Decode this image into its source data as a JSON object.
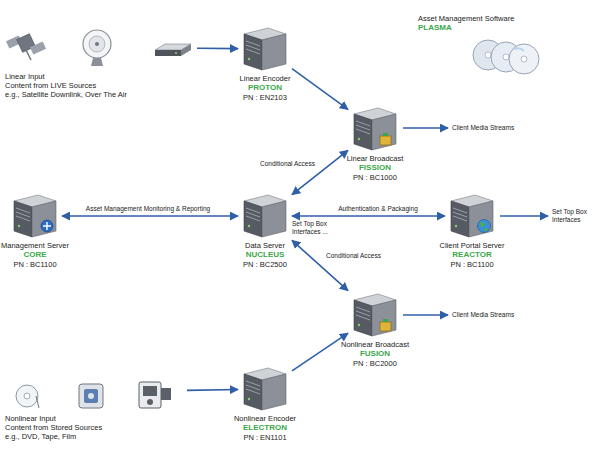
{
  "diagram": {
    "nodes": [
      {
        "text": [
          "Linear Input",
          "Content from LIVE Sources",
          "e.g., Satellite Downlink, Over The Air"
        ]
      },
      {
        "text": [
          "Linear Encoder",
          "PROTON",
          "PN : EN2103"
        ]
      },
      {
        "text": [
          "Asset Management Software",
          "PLASMA"
        ]
      },
      {
        "text": [
          "Linear Broadcast",
          "FISSION",
          "PN : BC1000"
        ]
      },
      {
        "text": [
          "Management Server",
          "CORE",
          "PN : BC1100"
        ]
      },
      {
        "text": [
          "Data Server",
          "NUCLEUS",
          "PN : BC2500"
        ]
      },
      {
        "text": [
          "Client Portal Server",
          "REACTOR",
          "PN : BC1100"
        ]
      },
      {
        "text": [
          "Nonlinear Broadcast",
          "FUSION",
          "PN : BC2000"
        ]
      },
      {
        "text": [
          "Nonlinear Input",
          "Content from Stored Sources",
          "e.g., DVD, Tape, Film"
        ]
      },
      {
        "text": [
          "Nonlinear Encoder",
          "ELECTRON",
          "PN : EN1101"
        ]
      }
    ],
    "edges": [
      {
        "from": 0,
        "to": 1,
        "arrow": "to"
      },
      {
        "from": 1,
        "to": 3,
        "arrow": "to"
      },
      {
        "from": 5,
        "to": 3,
        "label": "Conditional Access",
        "arrow": "both"
      },
      {
        "from": 4,
        "to": 5,
        "label": "Asset Management Monitoring & Reporting",
        "arrow": "both"
      },
      {
        "from": 5,
        "to": 6,
        "label": "Authentication & Packaging",
        "arrow": "both"
      },
      {
        "from": 5,
        "to": 7,
        "label": "Conditional Access",
        "arrow": "both"
      },
      {
        "from": 8,
        "to": 9,
        "arrow": "to"
      },
      {
        "from": 9,
        "to": 7,
        "arrow": "to"
      }
    ],
    "labels": [
      "Client Media Streams",
      "Set Top Box Interfaces",
      "Set Top Box Interfaces ...",
      "Client Media Streams"
    ]
  }
}
